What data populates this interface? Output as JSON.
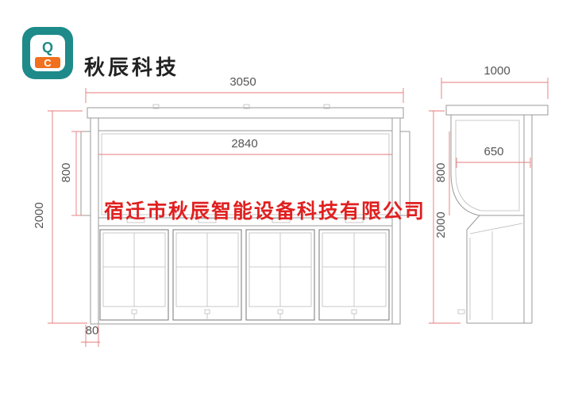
{
  "brand": {
    "name": "秋辰科技",
    "logo_letters": [
      "Q",
      "C"
    ],
    "logo_colors": {
      "teal": "#1e8a8a",
      "orange": "#f07020"
    }
  },
  "company_name": "宿迁市秋辰智能设备科技有限公司",
  "dimensions": {
    "front_width_total": "3050",
    "front_width_inner": "2840",
    "front_height_total": "2000",
    "front_height_upper": "800",
    "front_base_offset": "80",
    "side_depth_total": "1000",
    "side_depth_upper": "650",
    "side_height_upper": "800",
    "side_height_total": "2000"
  },
  "colors": {
    "dimension_line": "#e87878",
    "outline": "#999999",
    "watermark": "#e02020"
  }
}
